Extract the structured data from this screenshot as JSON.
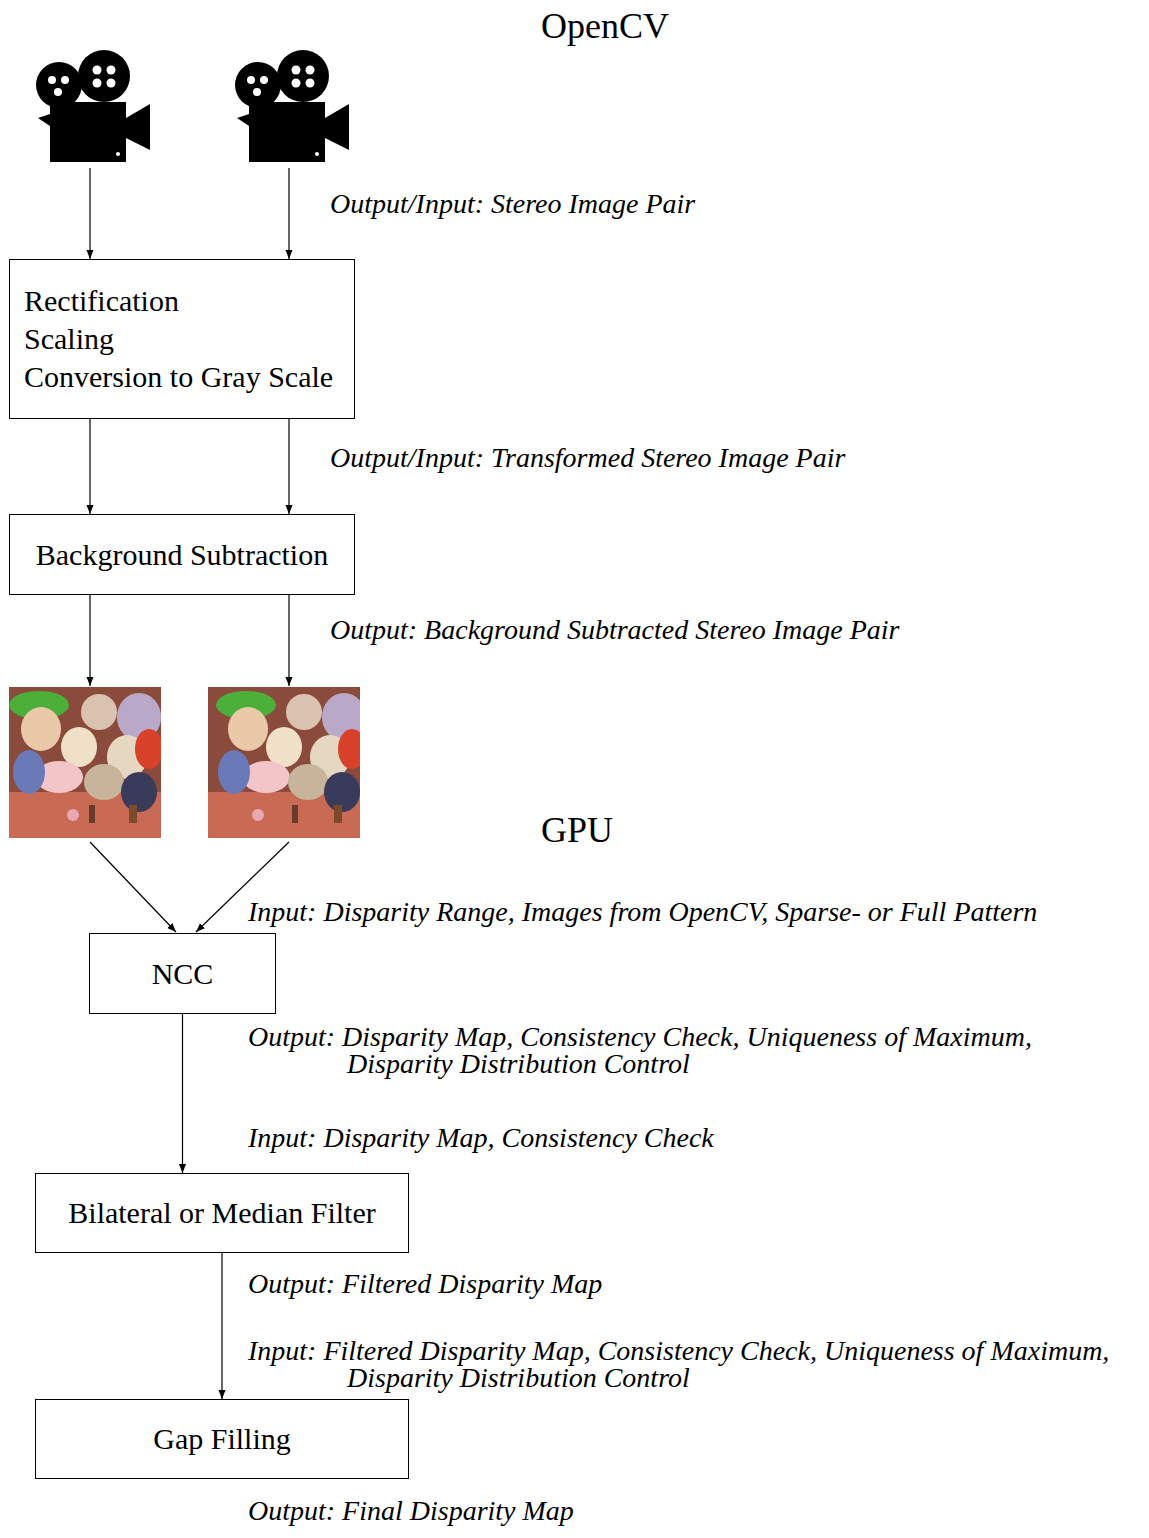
{
  "diagram": {
    "nodes": [
      {
        "text": [
          "Rectification",
          "Scaling",
          "Conversion to Gray Scale"
        ]
      },
      {
        "text": [
          "Background Subtraction"
        ]
      },
      {
        "text": [
          "NCC"
        ]
      },
      {
        "text": [
          "Bilateral or Median Filter"
        ]
      },
      {
        "text": [
          "Gap Filling"
        ]
      }
    ],
    "edges": [
      {
        "from": 0,
        "to": 1,
        "arrow": "to"
      },
      {
        "from": 0,
        "to": 1,
        "arrow": "to"
      },
      {
        "from": 2,
        "to": 3,
        "arrow": "to"
      },
      {
        "from": 3,
        "to": 4,
        "arrow": "to"
      }
    ],
    "labels": [
      "OpenCV",
      "Output/Input: Stereo Image Pair",
      "Output/Input: Transformed Stereo Image Pair",
      "Output: Background Subtracted Stereo Image Pair",
      "GPU",
      "Input: Disparity Range, Images from OpenCV, Sparse- or Full Pattern",
      "Output: Disparity Map, Consistency Check, Uniqueness of Maximum, Disparity Distribution Control",
      "Input: Disparity Map, Consistency Check",
      "Output: Filtered Disparity Map",
      "Input: Filtered Disparity Map, Consistency Check, Uniqueness of Maximum, Disparity Distribution Control",
      "Output: Final Disparity Map"
    ]
  }
}
